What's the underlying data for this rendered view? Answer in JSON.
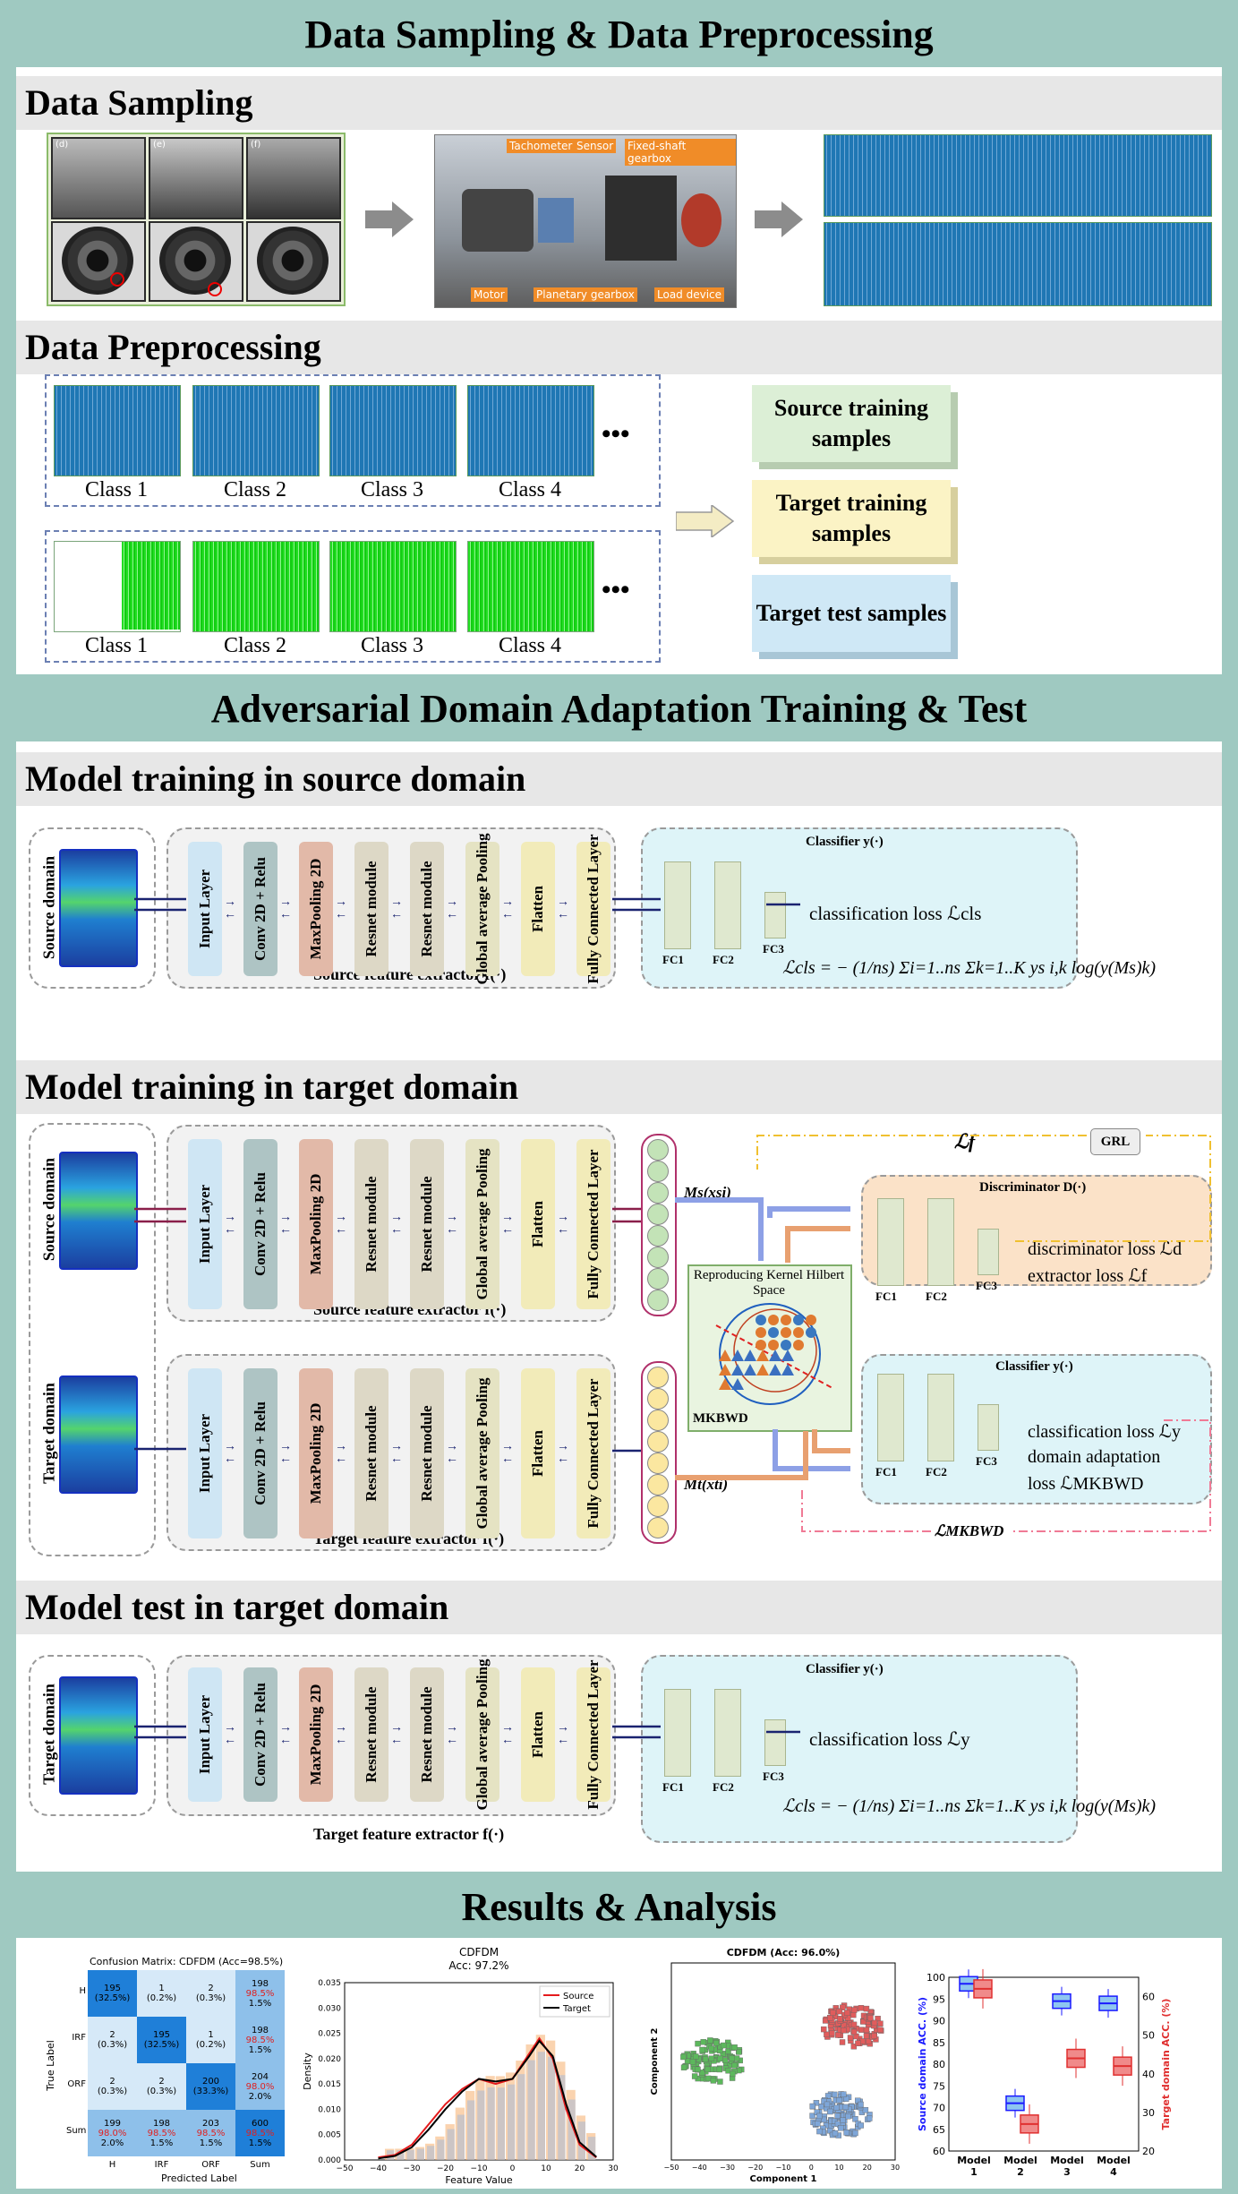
{
  "sections": {
    "s1_title": "Data Sampling & Data Preprocessing",
    "s1_sub1": "Data Sampling",
    "s1_sub2": "Data Preprocessing",
    "s2_title": "Adversarial Domain Adaptation Training & Test",
    "s2_sub1": "Model training in source domain",
    "s2_sub2": "Model training in target domain",
    "s2_sub3": "Model test in target domain",
    "s3_title": "Results & Analysis"
  },
  "sampling": {
    "photo_labels": [
      "(d)",
      "(e)",
      "(f)"
    ],
    "rig_labels": [
      "Tachometer",
      "Sensor",
      "Fixed-shaft gearbox",
      "Motor",
      "Planetary gearbox",
      "Load device"
    ]
  },
  "preprocessing": {
    "classes": [
      "Class 1",
      "Class 2",
      "Class 3",
      "Class 4"
    ],
    "ellipsis": "•••",
    "samples": [
      "Source training samples",
      "Target training samples",
      "Target test samples"
    ]
  },
  "network": {
    "layers": [
      "Input Layer",
      "Conv 2D + Relu",
      "MaxPooling 2D",
      "Resnet module",
      "Resnet module",
      "Global average Pooling",
      "Flatten",
      "Fully Connected Layer"
    ],
    "source_domain": "Source domain",
    "target_domain": "Target domain",
    "source_extractor": "Source feature extractor f(·)",
    "target_extractor": "Target feature extractor f(·)",
    "classifier": "Classifier y(·)",
    "discriminator": "Discriminator D(·)",
    "fc": [
      "FC1",
      "FC2",
      "FC3"
    ],
    "cls_loss": "classification loss ℒcls",
    "cls_loss_y": "classification loss ℒy",
    "cls_formula": "ℒcls = − (1/ns) Σi=1..ns Σk=1..K ys i,k log(y(Ms)k)",
    "disc_loss": "discriminator loss ℒd",
    "extr_loss": "extractor loss ℒf",
    "da_loss_1": "domain adaptation",
    "da_loss_2": "loss ℒMKBWD",
    "lf": "ℒf",
    "grl": "GRL",
    "lmkbwd": "ℒMKBWD",
    "ms": "Ms(xsi)",
    "mt": "Mt(xti)",
    "rkhs": "Reproducing Kernel Hilbert Space",
    "mkbwd": "MKBWD"
  },
  "results": {
    "cm": {
      "title": "Confusion Matrix: CDFDM (Acc=98.5%)",
      "ylabel": "True Label",
      "xlabel": "Predicted Label",
      "rows": [
        "H",
        "IRF",
        "ORF",
        "Sum"
      ],
      "cols": [
        "H",
        "IRF",
        "ORF",
        "Sum"
      ],
      "cells": [
        [
          [
            "195",
            "(32.5%)"
          ],
          [
            "1",
            "(0.2%)"
          ],
          [
            "2",
            "(0.3%)"
          ],
          [
            "198",
            "98.5%",
            "1.5%"
          ]
        ],
        [
          [
            "2",
            "(0.3%)"
          ],
          [
            "195",
            "(32.5%)"
          ],
          [
            "1",
            "(0.2%)"
          ],
          [
            "198",
            "98.5%",
            "1.5%"
          ]
        ],
        [
          [
            "2",
            "(0.3%)"
          ],
          [
            "2",
            "(0.3%)"
          ],
          [
            "200",
            "(33.3%)"
          ],
          [
            "204",
            "98.0%",
            "2.0%"
          ]
        ],
        [
          [
            "199",
            "98.0%",
            "2.0%"
          ],
          [
            "198",
            "98.5%",
            "1.5%"
          ],
          [
            "203",
            "98.5%",
            "1.5%"
          ],
          [
            "600",
            "98.5%",
            "1.5%"
          ]
        ]
      ]
    },
    "density": {
      "title": "CDFDM",
      "subtitle": "Acc: 97.2%",
      "xlabel": "Feature Value",
      "ylabel": "Density",
      "legend": [
        "Source",
        "Target"
      ],
      "xticks": [
        "−50",
        "−40",
        "−30",
        "−20",
        "−10",
        "0",
        "10",
        "20",
        "30"
      ],
      "yticks": [
        "0.000",
        "0.005",
        "0.010",
        "0.015",
        "0.020",
        "0.025",
        "0.030",
        "0.035"
      ]
    },
    "tsne": {
      "title": "CDFDM (Acc: 96.0%)",
      "xlabel": "Component 1",
      "ylabel": "Component 2",
      "xticks": [
        "−50",
        "−40",
        "−30",
        "−20",
        "−10",
        "0",
        "10",
        "20",
        "30"
      ]
    },
    "boxplot": {
      "left_label": "Source domain ACC. (%)",
      "right_label": "Target domain ACC. (%)",
      "left_ticks": [
        "100",
        "95",
        "90",
        "85",
        "80",
        "75",
        "70",
        "65",
        "60"
      ],
      "right_ticks": [
        "60",
        "50",
        "40",
        "30",
        "20"
      ],
      "models": [
        "Model 1",
        "Model 2",
        "Model 3",
        "Model 4"
      ]
    }
  },
  "chart_data": [
    {
      "type": "heatmap",
      "title": "Confusion Matrix: CDFDM (Acc=98.5%)",
      "xlabel": "Predicted Label",
      "ylabel": "True Label",
      "categories": [
        "H",
        "IRF",
        "ORF"
      ],
      "values": [
        [
          195,
          1,
          2
        ],
        [
          2,
          195,
          1
        ],
        [
          2,
          2,
          200
        ]
      ]
    },
    {
      "type": "line",
      "title": "CDFDM",
      "subtitle": "Acc: 97.2%",
      "xlabel": "Feature Value",
      "ylabel": "Density",
      "xlim": [
        -50,
        30
      ],
      "ylim": [
        0,
        0.035
      ],
      "x": [
        -40,
        -35,
        -30,
        -25,
        -20,
        -15,
        -10,
        -5,
        0,
        5,
        8,
        12,
        16,
        20,
        25
      ],
      "series": [
        {
          "name": "Source",
          "color": "#e41a1c",
          "values": [
            0.0005,
            0.001,
            0.003,
            0.007,
            0.011,
            0.014,
            0.016,
            0.015,
            0.016,
            0.021,
            0.024,
            0.02,
            0.01,
            0.003,
            0.0005
          ]
        },
        {
          "name": "Target",
          "color": "#000000",
          "values": [
            0.0003,
            0.0008,
            0.0025,
            0.006,
            0.01,
            0.0135,
            0.016,
            0.0155,
            0.016,
            0.0205,
            0.0235,
            0.0205,
            0.011,
            0.0035,
            0.0006
          ]
        }
      ]
    },
    {
      "type": "scatter",
      "title": "CDFDM (Acc: 96.0%)",
      "xlabel": "Component 1",
      "ylabel": "Component 2",
      "xlim": [
        -50,
        30
      ],
      "series": [
        {
          "name": "",
          "color": "#5cb85c",
          "center": [
            -35,
            0
          ]
        },
        {
          "name": "",
          "color": "#e05c5c",
          "center": [
            15,
            20
          ]
        },
        {
          "name": "",
          "color": "#7ea6d8",
          "center": [
            10,
            -30
          ]
        }
      ]
    },
    {
      "type": "box",
      "categories": [
        "Model 1",
        "Model 2",
        "Model 3",
        "Model 4"
      ],
      "left_axis": {
        "label": "Source domain ACC. (%)",
        "ylim": [
          60,
          100
        ]
      },
      "right_axis": {
        "label": "Target domain ACC. (%)",
        "ylim": [
          20,
          65
        ]
      },
      "series": [
        {
          "name": "Source domain",
          "color": "#1a1aff",
          "median": [
            98.5,
            71,
            94.5,
            94
          ]
        },
        {
          "name": "Target domain",
          "color": "#e03030",
          "median": [
            62,
            27,
            44,
            42
          ]
        }
      ]
    }
  ]
}
